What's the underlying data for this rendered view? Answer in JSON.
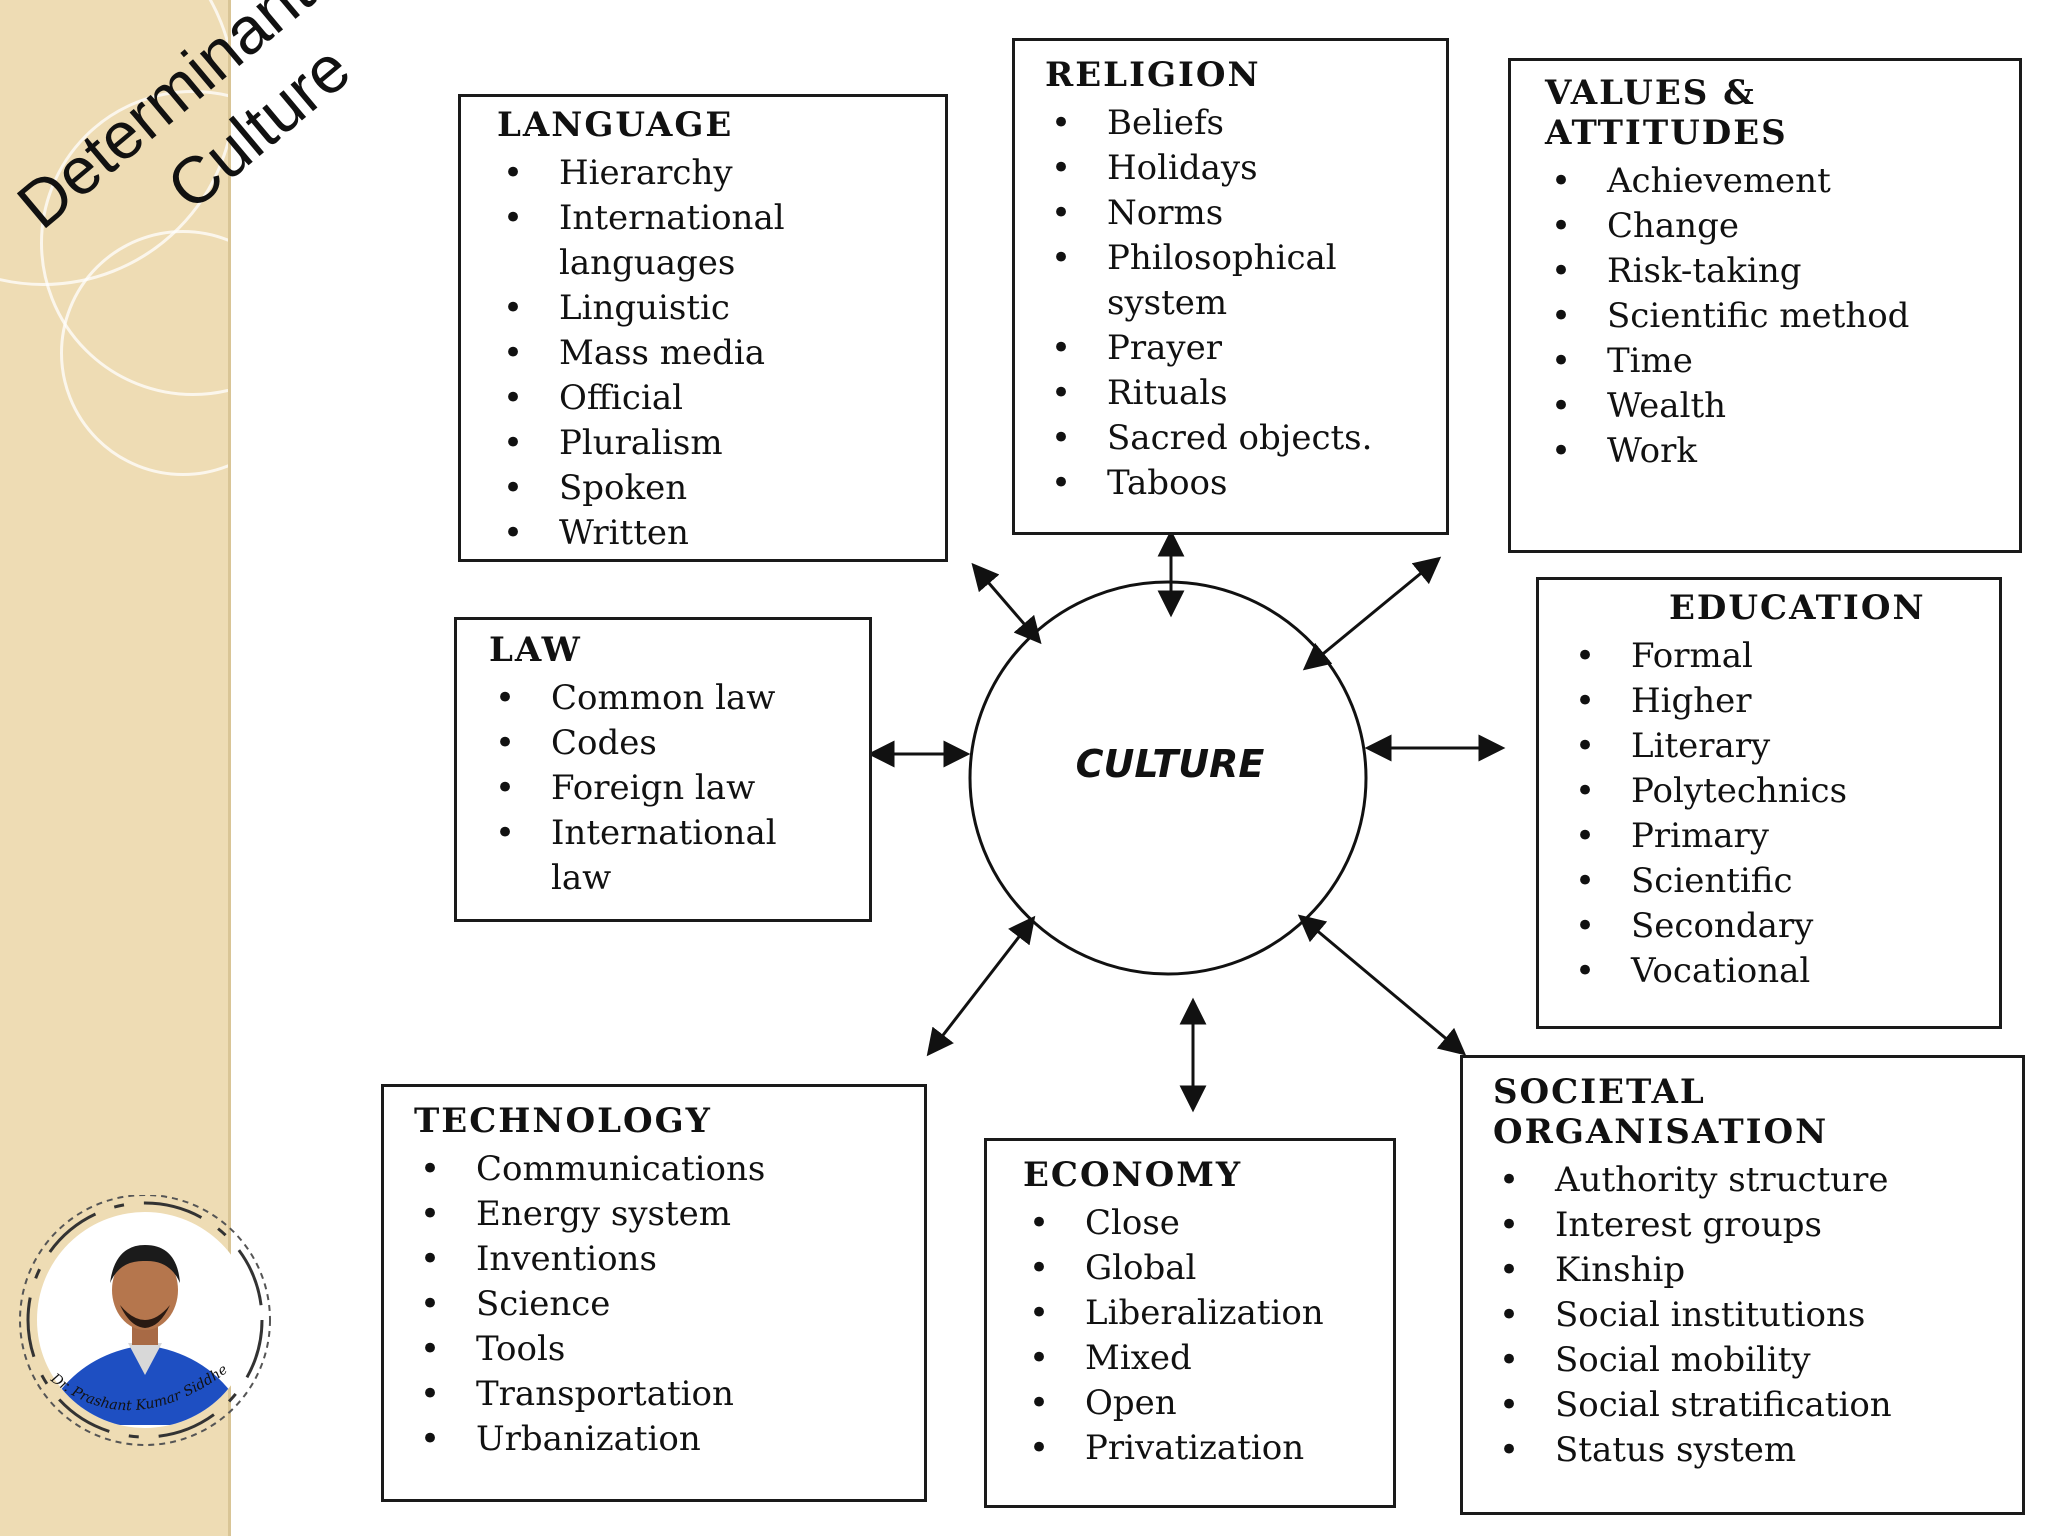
{
  "slide": {
    "title_line1": "Determinants of",
    "title_line2": "Culture",
    "presenter_signature": "Dr. Prashant Kumar Siddhey",
    "sidebar_color": "#eedcb4"
  },
  "diagram": {
    "center": "CULTURE",
    "boxes": {
      "language": {
        "title": "LANGUAGE",
        "items": [
          "Hierarchy",
          "International\nlanguages",
          "Linguistic",
          "Mass media",
          "Official",
          "Pluralism",
          "Spoken",
          "Written"
        ]
      },
      "religion": {
        "title": "RELIGION",
        "items": [
          "Beliefs",
          "Holidays",
          "Norms",
          "Philosophical\nsystem",
          "Prayer",
          "Rituals",
          "Sacred objects.",
          "Taboos"
        ]
      },
      "values": {
        "title": "VALUES &\nATTITUDES",
        "items": [
          "Achievement",
          "Change",
          "Risk-taking",
          "Scientific method",
          "Time",
          "Wealth",
          "Work"
        ]
      },
      "law": {
        "title": "LAW",
        "items": [
          "Common law",
          "Codes",
          "Foreign law",
          "International\nlaw"
        ]
      },
      "education": {
        "title": "EDUCATION",
        "items": [
          "Formal",
          "Higher",
          "Literary",
          "Polytechnics",
          "Primary",
          "Scientific",
          "Secondary",
          "Vocational"
        ]
      },
      "technology": {
        "title": "TECHNOLOGY",
        "items": [
          "Communications",
          "Energy system",
          "Inventions",
          "Science",
          "Tools",
          "Transportation",
          "Urbanization"
        ]
      },
      "economy": {
        "title": "ECONOMY",
        "items": [
          "Close",
          "Global",
          "Liberalization",
          "Mixed",
          "Open",
          "Privatization"
        ]
      },
      "societal": {
        "title": "SOCIETAL\nORGANISATION",
        "items": [
          "Authority structure",
          "Interest groups",
          "Kinship",
          "Social institutions",
          "Social mobility",
          "Social stratification",
          "Status system"
        ]
      }
    }
  }
}
